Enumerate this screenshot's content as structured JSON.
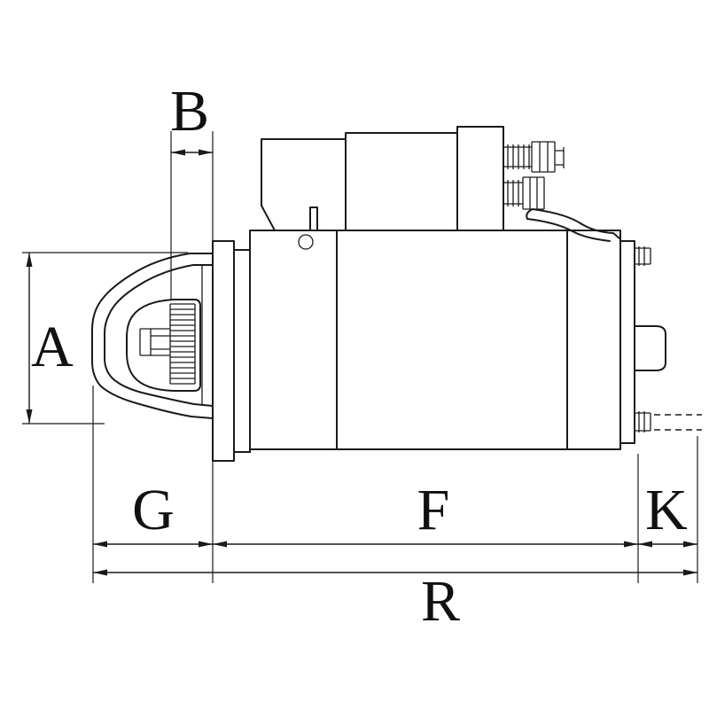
{
  "figure": {
    "background_color": "#ffffff",
    "line_color": "#1a1a1a",
    "labels": {
      "A": "A",
      "B": "B",
      "G": "G",
      "F": "F",
      "K": "K",
      "R": "R"
    }
  }
}
